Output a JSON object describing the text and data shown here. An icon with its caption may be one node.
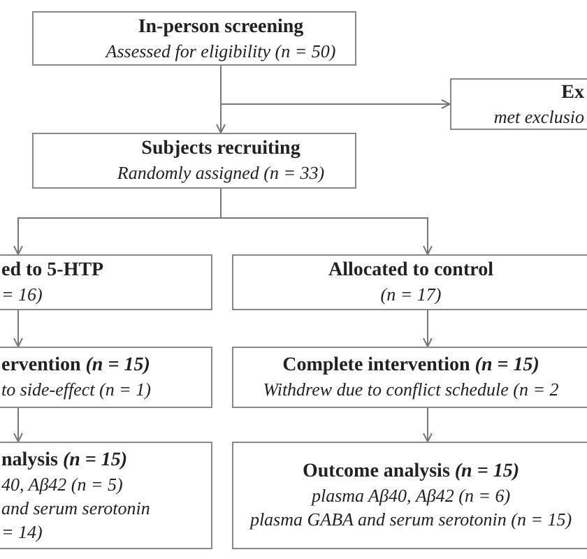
{
  "diagram": {
    "nodes": [
      {
        "text": [
          "In-person screening",
          "Assessed for eligibility (n = 50)"
        ]
      },
      {
        "text": [
          "Ex",
          "met exclusio"
        ]
      },
      {
        "text": [
          "Subjects recruiting",
          "Randomly assigned (n = 33)"
        ]
      },
      {
        "text": [
          "ed to 5-HTP",
          "= 16)"
        ]
      },
      {
        "text": [
          "Allocated to control",
          "(n = 17)"
        ]
      },
      {
        "text": [
          "**ervention** *(n = 15)*",
          "to side-effect (n = 1)"
        ]
      },
      {
        "text": [
          "**Complete intervention** *(n = 15)*",
          "Withdrew due to conflict schedule (n = 2"
        ]
      },
      {
        "text": [
          "**nalysis** *(n = 15)*",
          "40, Aβ42 (n = 5)",
          "and serum serotonin",
          "= 14)"
        ]
      },
      {
        "text": [
          "**Outcome analysis** *(n = 15)*",
          "plasma Aβ40, Aβ42 (n = 6)",
          "plasma GABA and serum serotonin (n = 15)"
        ]
      }
    ],
    "edges": [
      {
        "from": 0,
        "to": 2,
        "arrow": "to"
      },
      {
        "from": 0,
        "to": 1,
        "arrow": "to"
      },
      {
        "from": 2,
        "to": 3,
        "arrow": "to"
      },
      {
        "from": 2,
        "to": 4,
        "arrow": "to"
      },
      {
        "from": 3,
        "to": 5,
        "arrow": "to"
      },
      {
        "from": 4,
        "to": 6,
        "arrow": "to"
      },
      {
        "from": 5,
        "to": 7,
        "arrow": "to"
      },
      {
        "from": 6,
        "to": 8,
        "arrow": "to"
      }
    ]
  }
}
